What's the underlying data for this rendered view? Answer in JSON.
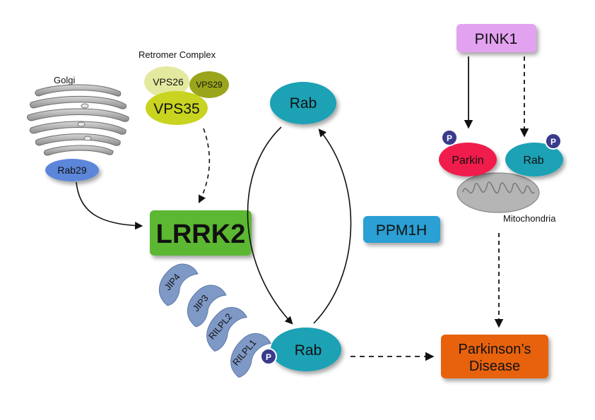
{
  "labels": {
    "golgi": "Golgi",
    "rab29": "Rab29",
    "retromer": "Retromer Complex",
    "vps26": "VPS26",
    "vps29": "VPS29",
    "vps35": "VPS35",
    "lrrk2": "LRRK2",
    "jip4": "JIP4",
    "jip3": "JIP3",
    "rilpl2": "RILPL2",
    "rilpl1": "RILPL1",
    "rab_top": "Rab",
    "rab_bottom": "Rab",
    "ppm1h": "PPM1H",
    "pink1": "PINK1",
    "parkin": "Parkin",
    "rab_mito": "Rab",
    "mitochondria": "Mitochondria",
    "pd_line1": "Parkinson’s",
    "pd_line2": "Disease",
    "phospho": "P"
  },
  "colors": {
    "lrrk2": "#5cb832",
    "rab": "#1aa1b5",
    "ppm1h": "#2aa0d4",
    "pink1": "#e3a2f0",
    "parkin": "#f01e4b",
    "pd": "#e8620f",
    "vps35": "#c8d41f",
    "vps26": "#e3eaa0",
    "vps29": "#9aa51c",
    "rab29": "#5b86d9",
    "adaptor": "#7f99c6",
    "phospho": "#3a3a8c",
    "golgi": "#9a9a9a",
    "mito": "#b5b5b5"
  }
}
